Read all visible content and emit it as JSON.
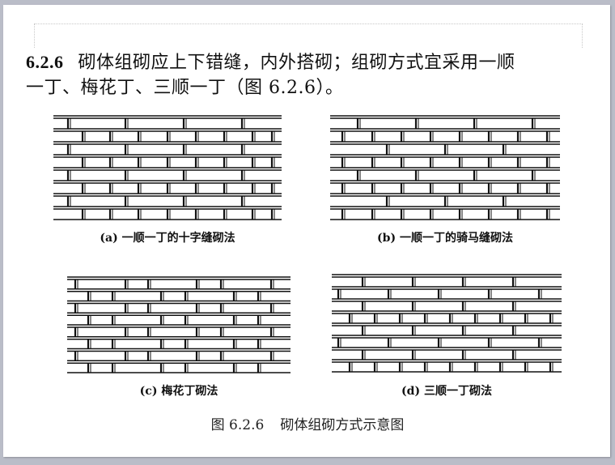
{
  "slide": {
    "placeholder": "",
    "paragraph": {
      "number": "6.2.6",
      "line1": "砌体组砌应上下错缝，内外搭砌；组砌方式宜采用一顺",
      "line2": "一丁、梅花丁、三顺一丁（图 6.2.6）。"
    },
    "panels": [
      {
        "id": "a",
        "caption": "(a) 一顺一丁的十字缝砌法",
        "pattern": "english-cross-joint"
      },
      {
        "id": "b",
        "caption": "(b) 一顺一丁的骑马缝砌法",
        "pattern": "english-staggered"
      },
      {
        "id": "c",
        "caption": "(c) 梅花丁砌法",
        "pattern": "flemish"
      },
      {
        "id": "d",
        "caption": "(d) 三顺一丁砌法",
        "pattern": "three-stretcher-one-header"
      }
    ],
    "figure_caption": {
      "number": "图 6.2.6",
      "title": "砌体组砌方式示意图"
    }
  },
  "colors": {
    "background": "#babdc8",
    "slide": "#ffffff",
    "ink": "#111111"
  }
}
